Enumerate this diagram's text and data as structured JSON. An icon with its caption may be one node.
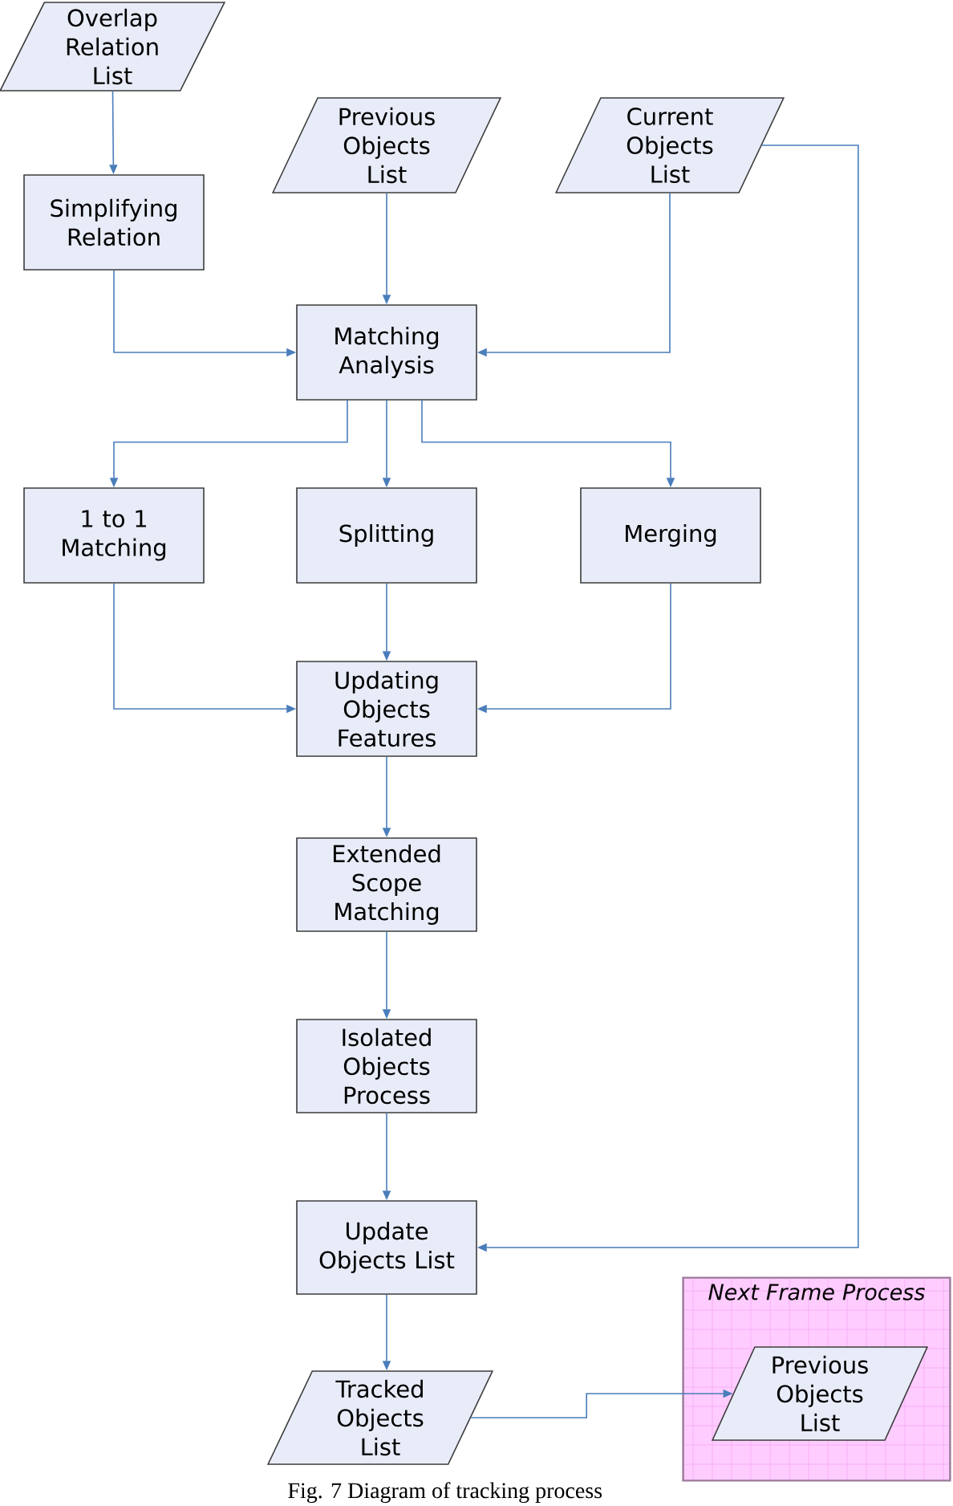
{
  "diagram": {
    "caption": "Fig. 7 Diagram of tracking process",
    "nodes": [
      {
        "text": [
          "Overlap Relation List"
        ]
      },
      {
        "text": [
          "Previous Objects List"
        ]
      },
      {
        "text": [
          "Current Objects List"
        ]
      },
      {
        "text": [
          "Simplifying Relation"
        ]
      },
      {
        "text": [
          "Matching Analysis"
        ]
      },
      {
        "text": [
          "1 to 1 Matching"
        ]
      },
      {
        "text": [
          "Splitting"
        ]
      },
      {
        "text": [
          "Merging"
        ]
      },
      {
        "text": [
          "Updating Objects Features"
        ]
      },
      {
        "text": [
          "Extended Scope Matching"
        ]
      },
      {
        "text": [
          "Isolated Objects Process"
        ]
      },
      {
        "text": [
          "Update Objects List"
        ]
      },
      {
        "text": [
          "Next Frame Process"
        ]
      },
      {
        "text": [
          "Previous Objects List"
        ],
        "in": 12
      },
      {
        "text": [
          "Tracked Objects List"
        ]
      }
    ],
    "edges": [
      {
        "from": 0,
        "to": 3,
        "arrow": "to"
      },
      {
        "from": 1,
        "to": 4,
        "arrow": "to"
      },
      {
        "from": 3,
        "to": 4,
        "arrow": "to"
      },
      {
        "from": 2,
        "to": 4,
        "arrow": "to"
      },
      {
        "from": 4,
        "to": 5,
        "arrow": "to"
      },
      {
        "from": 4,
        "to": 6,
        "arrow": "to"
      },
      {
        "from": 4,
        "to": 7,
        "arrow": "to"
      },
      {
        "from": 5,
        "to": 8,
        "arrow": "to"
      },
      {
        "from": 6,
        "to": 8,
        "arrow": "to"
      },
      {
        "from": 7,
        "to": 8,
        "arrow": "to"
      },
      {
        "from": 8,
        "to": 9,
        "arrow": "to"
      },
      {
        "from": 9,
        "to": 10,
        "arrow": "to"
      },
      {
        "from": 10,
        "to": 11,
        "arrow": "to"
      },
      {
        "from": 2,
        "to": 11,
        "arrow": "to"
      },
      {
        "from": 11,
        "to": 14,
        "arrow": "to"
      },
      {
        "from": 14,
        "to": 13,
        "arrow": "to"
      }
    ]
  }
}
